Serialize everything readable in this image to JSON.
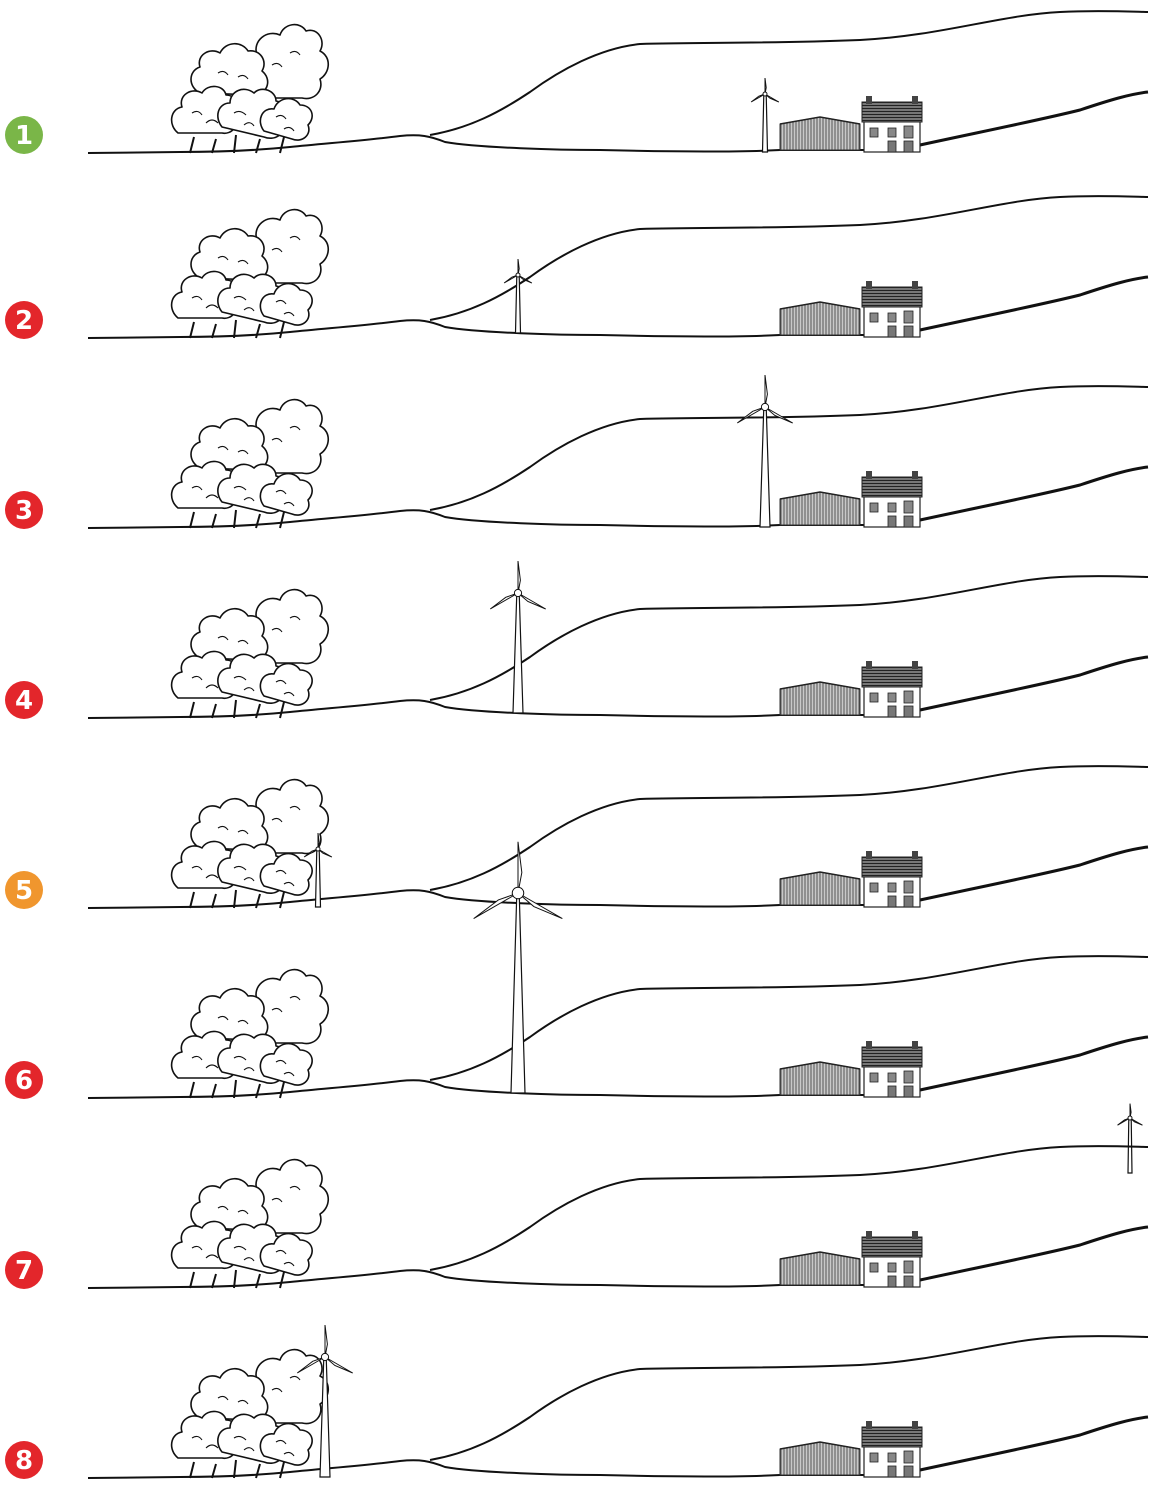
{
  "scenarios": [
    {
      "number": "1",
      "badge_color": "#7ab648",
      "turbine": {
        "size": "small",
        "site": "beside-barn"
      }
    },
    {
      "number": "2",
      "badge_color": "#e3262b",
      "turbine": {
        "size": "small",
        "site": "valley-floor"
      }
    },
    {
      "number": "3",
      "badge_color": "#e3262b",
      "turbine": {
        "size": "medium",
        "site": "beside-barn"
      }
    },
    {
      "number": "4",
      "badge_color": "#e3262b",
      "turbine": {
        "size": "medium",
        "site": "valley-floor"
      }
    },
    {
      "number": "5",
      "badge_color": "#f0962e",
      "turbine": {
        "size": "small",
        "site": "beside-trees"
      }
    },
    {
      "number": "6",
      "badge_color": "#e3262b",
      "turbine": {
        "size": "large",
        "site": "valley-floor"
      },
      "extra_turbine": {
        "size": "tiny",
        "site": "far-right-distance"
      }
    },
    {
      "number": "7",
      "badge_color": "#e3262b",
      "turbine": null
    },
    {
      "number": "8",
      "badge_color": "#e3262b",
      "turbine": {
        "size": "medium",
        "site": "within-trees"
      }
    }
  ],
  "elements": {
    "trees": "tree-cluster-icon",
    "barn": "barn-icon",
    "house": "cottage-icon",
    "turbine": "wind-turbine-icon"
  }
}
